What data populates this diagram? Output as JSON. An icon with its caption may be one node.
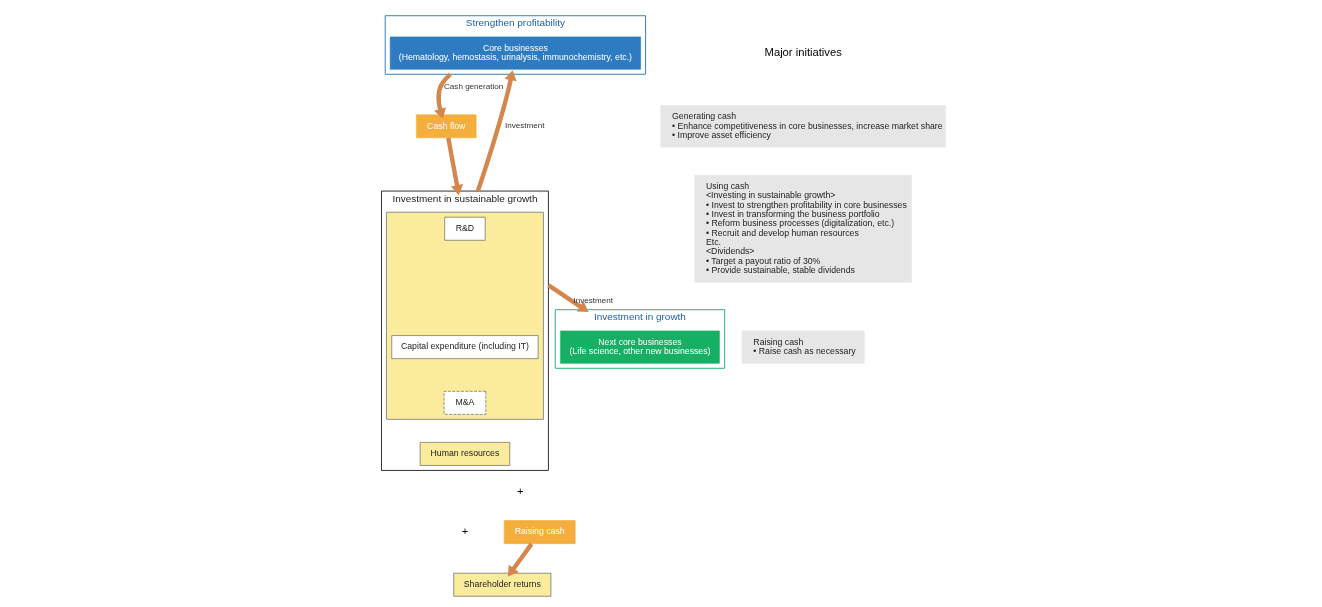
{
  "diagram": {
    "nodes": [
      {
        "text": [
          "Strengthen profitability"
        ]
      },
      {
        "text": [
          "Core businesses",
          "(Hematology, hemostasis, urinalysis, immunochemistry, etc.)"
        ],
        "in": 0
      },
      {
        "text": [
          "Investment in growth"
        ]
      },
      {
        "text": [
          "Next core businesses",
          "(Life science, other new businesses)"
        ],
        "in": 2
      },
      {
        "text": [
          "Cash flow"
        ]
      },
      {
        "text": [
          "Investment in sustainable growth"
        ]
      },
      {
        "text": [],
        "shape": "box",
        "in": 5
      },
      {
        "text": [
          "R&D"
        ],
        "in": 6
      },
      {
        "text": [
          "Capital expenditure (including IT)"
        ],
        "in": 6
      },
      {
        "text": [
          "M&A"
        ],
        "in": 6
      },
      {
        "text": [
          "Human resources"
        ],
        "in": 5
      },
      {
        "text": [
          "Shareholder returns"
        ]
      },
      {
        "text": [
          "Raising cash"
        ]
      },
      {
        "text": [
          "Generating cash",
          "• Enhance competitiveness in core businesses, increase market share",
          "• Improve asset efficiency"
        ]
      },
      {
        "text": [
          "Using cash",
          "<Investing in sustainable growth>",
          "• Invest to strengthen profitability in core businesses",
          "• Invest in transforming the business portfolio",
          "• Reform business processes (digitalization, etc.)",
          "• Recruit and develop human resources",
          "Etc.",
          "<Dividends>",
          "• Target a payout ratio of 30%",
          "• Provide sustainable, stable dividends"
        ]
      },
      {
        "text": [
          "Raising cash",
          "• Raise cash as necessary"
        ]
      }
    ],
    "edges": [
      {
        "from": 0,
        "to": 4,
        "arrow": "to",
        "label": "Cash generation"
      },
      {
        "from": 4,
        "to": 5,
        "arrow": "to"
      },
      {
        "from": 5,
        "to": 0,
        "arrow": "to",
        "label": "Investment"
      },
      {
        "from": 5,
        "to": 2,
        "arrow": "to",
        "label": "Investment"
      },
      {
        "from": 12,
        "to": 11,
        "arrow": "to"
      }
    ],
    "labels": [
      "Major initiatives",
      "+",
      "+"
    ]
  }
}
